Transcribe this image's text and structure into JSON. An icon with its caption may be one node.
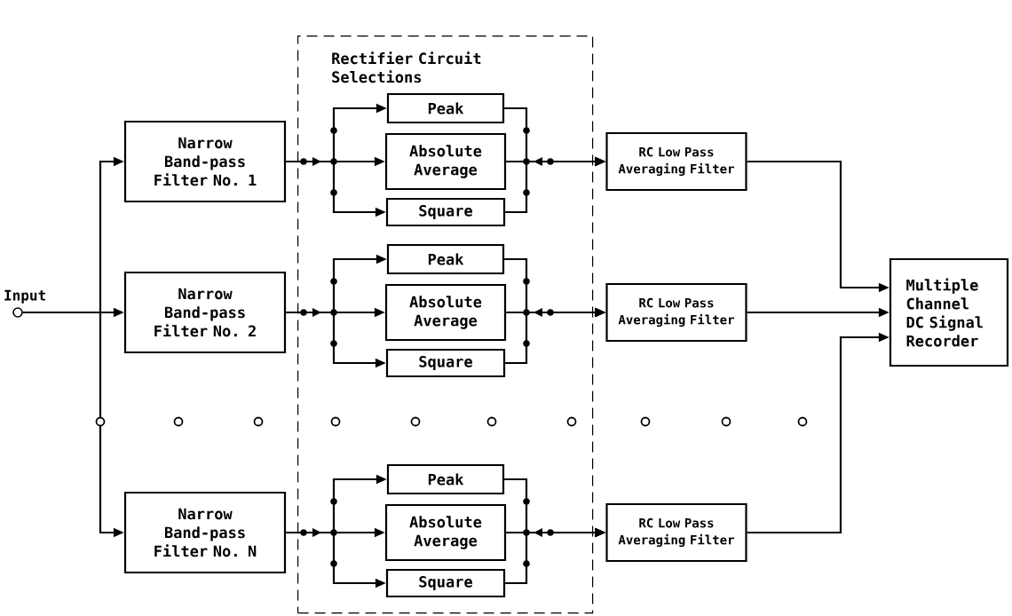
{
  "diagram": {
    "nodes": [
      {
        "text": [],
        "shape": "circle",
        "beside": [
          "Input"
        ]
      },
      {
        "text": [
          "Rectifier Circuit Selections"
        ]
      },
      {
        "text": [
          "Narrow Band-pass Filter No. 1"
        ]
      },
      {
        "text": [
          "Peak"
        ],
        "in": 1
      },
      {
        "text": [
          "Absolute Average"
        ],
        "in": 1
      },
      {
        "text": [
          "Square"
        ],
        "in": 1
      },
      {
        "text": [
          "RC Low Pass Averaging Filter"
        ]
      },
      {
        "text": [
          "Narrow Band-pass Filter No. 2"
        ]
      },
      {
        "text": [
          "Peak"
        ],
        "in": 1
      },
      {
        "text": [
          "Absolute Average"
        ],
        "in": 1
      },
      {
        "text": [
          "Square"
        ],
        "in": 1
      },
      {
        "text": [
          "RC Low Pass Averaging Filter"
        ]
      },
      {
        "text": [
          "Narrow Band-pass Filter No. N"
        ]
      },
      {
        "text": [
          "Peak"
        ],
        "in": 1
      },
      {
        "text": [
          "Absolute Average"
        ],
        "in": 1
      },
      {
        "text": [
          "Square"
        ],
        "in": 1
      },
      {
        "text": [
          "RC Low Pass Averaging Filter"
        ]
      },
      {
        "text": [
          "Multiple Channel DC Signal Recorder"
        ]
      }
    ],
    "edges": [
      {
        "from": 0,
        "to": 2,
        "arrow": "to"
      },
      {
        "from": 0,
        "to": 7,
        "arrow": "to"
      },
      {
        "from": 0,
        "to": 12,
        "arrow": "to"
      },
      {
        "from": 2,
        "to": 3,
        "arrow": "to"
      },
      {
        "from": 2,
        "to": 4,
        "arrow": "to"
      },
      {
        "from": 2,
        "to": 5,
        "arrow": "to"
      },
      {
        "from": 3,
        "to": 6,
        "arrow": "to"
      },
      {
        "from": 4,
        "to": 6,
        "arrow": "to"
      },
      {
        "from": 5,
        "to": 6,
        "arrow": "to"
      },
      {
        "from": 6,
        "to": 17,
        "arrow": "to"
      },
      {
        "from": 7,
        "to": 8,
        "arrow": "to"
      },
      {
        "from": 7,
        "to": 9,
        "arrow": "to"
      },
      {
        "from": 7,
        "to": 10,
        "arrow": "to"
      },
      {
        "from": 8,
        "to": 11,
        "arrow": "to"
      },
      {
        "from": 9,
        "to": 11,
        "arrow": "to"
      },
      {
        "from": 10,
        "to": 11,
        "arrow": "to"
      },
      {
        "from": 11,
        "to": 17,
        "arrow": "to"
      },
      {
        "from": 12,
        "to": 13,
        "arrow": "to"
      },
      {
        "from": 12,
        "to": 14,
        "arrow": "to"
      },
      {
        "from": 12,
        "to": 15,
        "arrow": "to"
      },
      {
        "from": 13,
        "to": 16,
        "arrow": "to"
      },
      {
        "from": 14,
        "to": 16,
        "arrow": "to"
      },
      {
        "from": 15,
        "to": 16,
        "arrow": "to"
      },
      {
        "from": 16,
        "to": 17,
        "arrow": "to"
      }
    ]
  }
}
